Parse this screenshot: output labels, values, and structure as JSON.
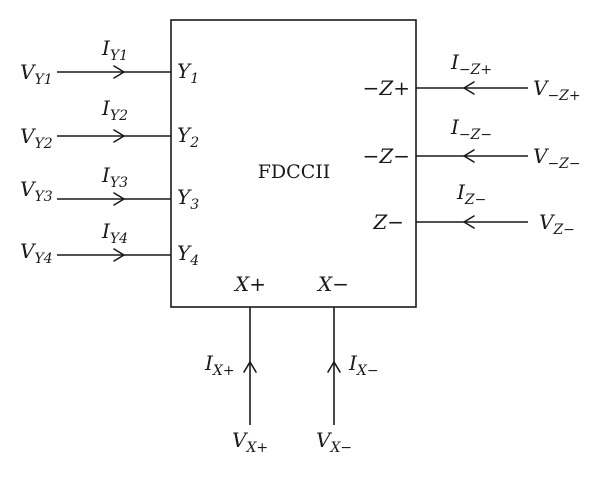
{
  "block": {
    "name": "FDCCII"
  },
  "inputs_left": [
    {
      "voltage_main": "V",
      "voltage_sub": "Y1",
      "current_main": "I",
      "current_sub": "Y1",
      "pin_main": "Y",
      "pin_sub": "1"
    },
    {
      "voltage_main": "V",
      "voltage_sub": "Y2",
      "current_main": "I",
      "current_sub": "Y2",
      "pin_main": "Y",
      "pin_sub": "2"
    },
    {
      "voltage_main": "V",
      "voltage_sub": "Y3",
      "current_main": "I",
      "current_sub": "Y3",
      "pin_main": "Y",
      "pin_sub": "3"
    },
    {
      "voltage_main": "V",
      "voltage_sub": "Y4",
      "current_main": "I",
      "current_sub": "Y4",
      "pin_main": "Y",
      "pin_sub": "4"
    }
  ],
  "outputs_right": [
    {
      "pin": "−Z+",
      "current_main": "I",
      "current_sub": "−Z+",
      "voltage_main": "V",
      "voltage_sub": "−Z+"
    },
    {
      "pin": "−Z−",
      "current_main": "I",
      "current_sub": "−Z−",
      "voltage_main": "V",
      "voltage_sub": "−Z−"
    },
    {
      "pin": "Z−",
      "current_main": "I",
      "current_sub": "Z−",
      "voltage_main": "V",
      "voltage_sub": "Z−"
    }
  ],
  "bottom_ports": [
    {
      "pin": "X+",
      "current_main": "I",
      "current_sub": "X+",
      "voltage_main": "V",
      "voltage_sub": "X+"
    },
    {
      "pin": "X−",
      "current_main": "I",
      "current_sub": "X−",
      "voltage_main": "V",
      "voltage_sub": "X−"
    }
  ]
}
